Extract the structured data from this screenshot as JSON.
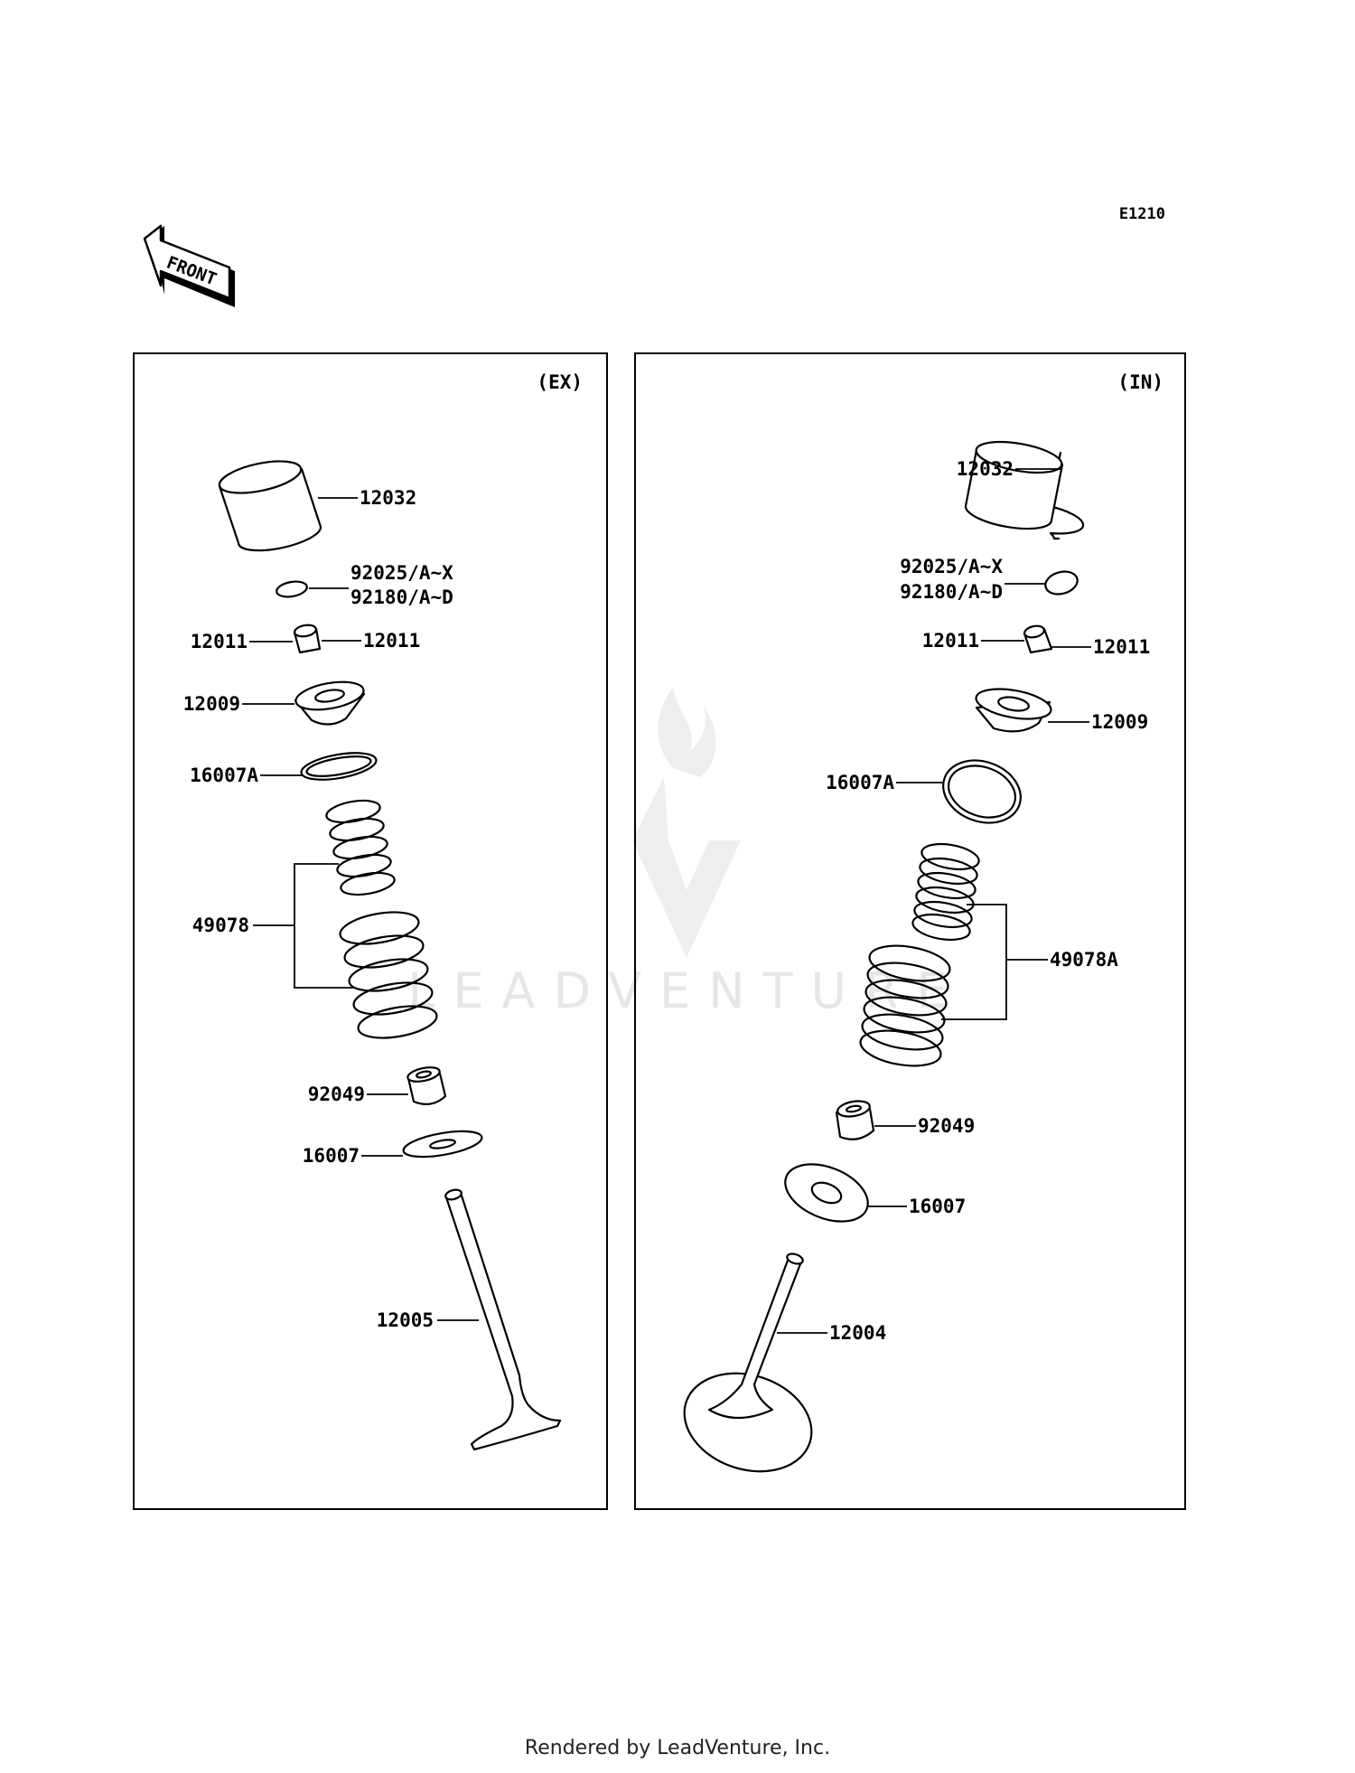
{
  "diagram_code": "E1210",
  "front_label": "FRONT",
  "watermark": "LEADVENTURE",
  "footer": "Rendered by LeadVenture, Inc.",
  "panels": {
    "ex": {
      "title": "(EX)",
      "labels": {
        "tappet": "12032",
        "shim_a": "92025/A~X",
        "shim_b": "92180/A~D",
        "cotter_left": "12011",
        "cotter_right": "12011",
        "retainer": "12009",
        "seat_upper": "16007A",
        "spring": "49078",
        "stem_seal": "92049",
        "seat_lower": "16007",
        "valve": "12005"
      }
    },
    "in": {
      "title": "(IN)",
      "labels": {
        "tappet": "12032",
        "shim_a": "92025/A~X",
        "shim_b": "92180/A~D",
        "cotter_left": "12011",
        "cotter_right": "12011",
        "retainer": "12009",
        "seat_upper": "16007A",
        "spring": "49078A",
        "stem_seal": "92049",
        "seat_lower": "16007",
        "valve": "12004"
      }
    }
  }
}
